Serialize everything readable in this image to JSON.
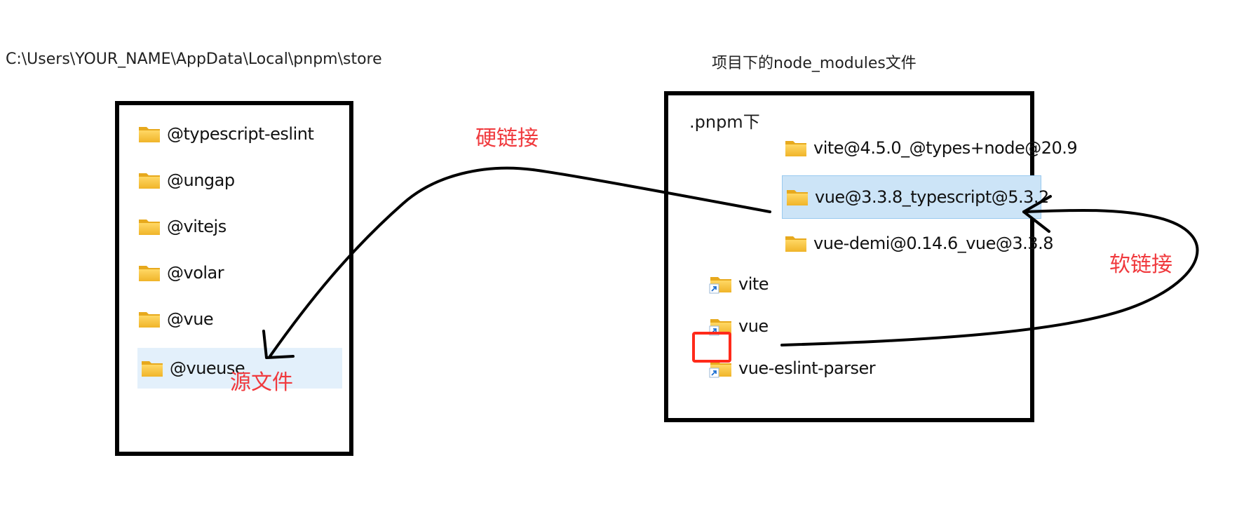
{
  "captions": {
    "store_path": "C:\\Users\\YOUR_NAME\\AppData\\Local\\pnpm\\store",
    "node_modules": "项目下的node_modules文件"
  },
  "store": {
    "items": [
      {
        "label": "@typescript-eslint",
        "icon": "folder-icon"
      },
      {
        "label": "@ungap",
        "icon": "folder-icon"
      },
      {
        "label": "@vitejs",
        "icon": "folder-icon"
      },
      {
        "label": "@volar",
        "icon": "folder-icon"
      },
      {
        "label": "@vue",
        "icon": "folder-icon"
      },
      {
        "label": "@vueuse",
        "icon": "folder-icon",
        "selected": true
      }
    ]
  },
  "node_modules": {
    "pnpm_label": ".pnpm下",
    "pnpm_items": [
      {
        "label": "vite@4.5.0_@types+node@20.9",
        "icon": "folder-icon"
      },
      {
        "label": "vue@3.3.8_typescript@5.3.2",
        "icon": "folder-icon",
        "selected": true
      },
      {
        "label": "vue-demi@0.14.6_vue@3.3.8",
        "icon": "folder-icon"
      }
    ],
    "link_items": [
      {
        "label": "vite",
        "icon": "folder-shortcut-icon"
      },
      {
        "label": "vue",
        "icon": "folder-shortcut-icon",
        "highlighted": true
      },
      {
        "label": "vue-eslint-parser",
        "icon": "folder-shortcut-icon"
      }
    ]
  },
  "annotations": {
    "hard_link": "硬链接",
    "soft_link": "软链接",
    "source_file": "源文件"
  },
  "colors": {
    "annotation": "#f0393d",
    "highlight_box": "#ff2a1a",
    "selection": "#cce4f7",
    "selection_light": "#e3f0fb",
    "folder": "#f5c342"
  }
}
